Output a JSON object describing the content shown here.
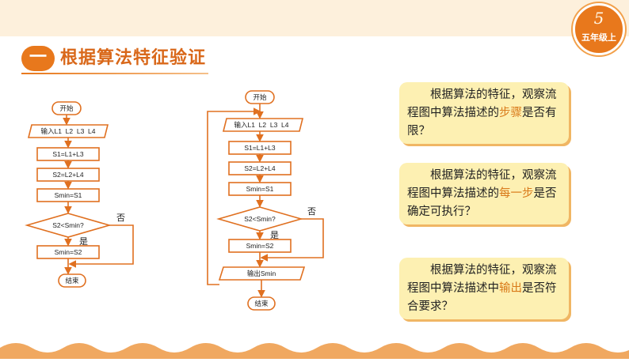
{
  "badge": {
    "number": "5",
    "grade": "五年级上"
  },
  "section": {
    "number": "一",
    "title": "根据算法特征验证"
  },
  "flow_left": {
    "start": "开始",
    "input": "输入L1  L2  L3  L4",
    "s1": "S1=L1+L3",
    "s2": "S2=L2+L4",
    "smin": "Smin=S1",
    "cond": "S2<Smin?",
    "no": "否",
    "yes": "是",
    "assign": "Smin=S2",
    "end": "结束"
  },
  "flow_right": {
    "start": "开始",
    "input": "输入L1  L2  L3  L4",
    "s1": "S1=L1+L3",
    "s2": "S2=L2+L4",
    "smin": "Smin=S1",
    "cond": "S2<Smin?",
    "no": "否",
    "yes": "是",
    "assign": "Smin=S2",
    "output": "输出Smin",
    "end": "结束"
  },
  "cards": [
    {
      "pre": "根据算法的特征，观察流程图中算法描述的",
      "highlight": "步骤",
      "post": "是否有限？"
    },
    {
      "pre": "根据算法的特征，观察流程图中算法描述的",
      "highlight": "每一步",
      "post": "是否确定可执行？"
    },
    {
      "pre": "根据算法的特征，观察流程图中算法描述中",
      "highlight": "输出",
      "post": "是否符合要求？"
    }
  ],
  "colors": {
    "accent": "#e8781c",
    "card_bg": "#fdf0b2",
    "flow_stroke": "#e07020"
  }
}
